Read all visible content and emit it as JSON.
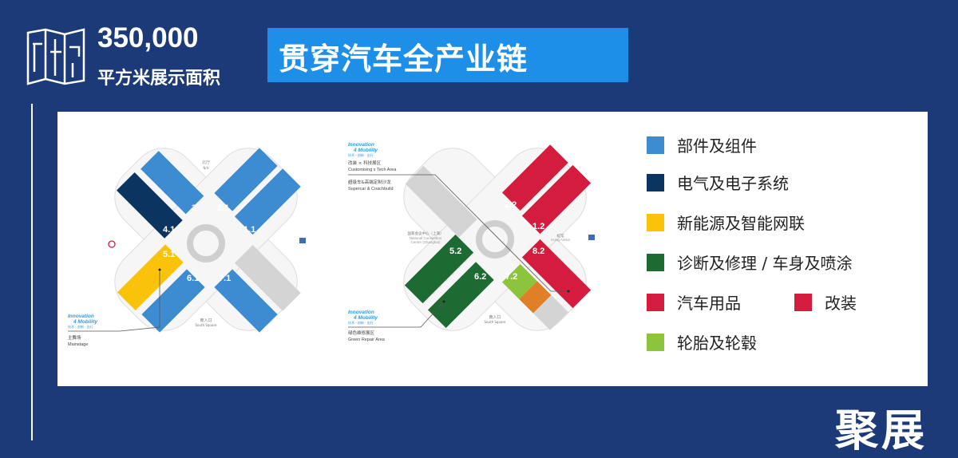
{
  "header": {
    "area_value": "350,000",
    "area_label": "平方米展示面积",
    "title": "贯穿汽车全产业链",
    "map_icon": "folded-map-icon"
  },
  "map1": {
    "halls": [
      "3",
      "2.1",
      "4.1",
      "1.1",
      "5.1",
      "6.1",
      "7.1"
    ],
    "north": "北厅",
    "north_en": "N/H",
    "south": "南入口",
    "south_en": "South Square",
    "innovation": "Innovation",
    "innovation2": "4 Mobility",
    "innovation_sub": "技术 · 创新 · 出行",
    "mainstage": "主舞场",
    "mainstage_en": "Mainstage"
  },
  "map2": {
    "halls": [
      "2.2",
      "1.2",
      "5.2",
      "6.2",
      "7.2",
      "8.2"
    ],
    "innovation": "Innovation",
    "innovation2": "4 Mobility",
    "innovation_sub": "技术 · 创新 · 出行",
    "custom": "改装 × 科技展区",
    "custom_en": "Customising x Tech Area",
    "supercar": "超级车&高端定制沙龙",
    "supercar_en": "Supercar & Coachbuild",
    "ncc": "国家会议中心（上海）",
    "ncc_en1": "National Convention",
    "ncc_en2": "Center (Shanghai)",
    "hong": "虹馆",
    "hong_en": "Hong Arena",
    "south": "南入口",
    "south_en": "South Square",
    "green": "绿色维修展区",
    "green_en": "Green Repair Area"
  },
  "legend": [
    {
      "label": "部件及组件",
      "color": "#3d8bd0"
    },
    {
      "label": "电气及电子系统",
      "color": "#0c3460"
    },
    {
      "label": "新能源及智能网联",
      "color": "#fbc20a"
    },
    {
      "label": "诊断及修理 / 车身及喷涂",
      "color": "#1d6a32"
    },
    {
      "label": "汽车用品",
      "color": "#d41c3f"
    },
    {
      "label": "改装",
      "color": "#d41c3f"
    },
    {
      "label": "轮胎及轮毂",
      "color": "#8cc43c"
    }
  ],
  "brand": "聚展"
}
